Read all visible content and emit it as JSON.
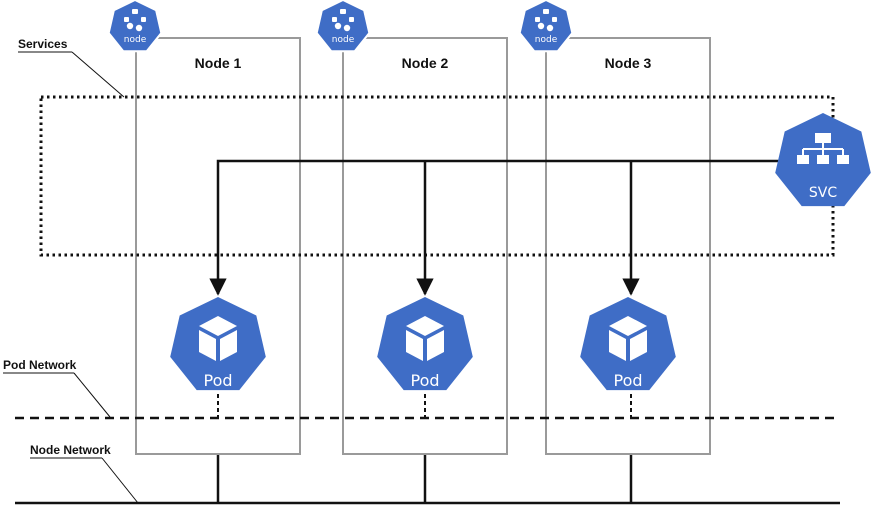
{
  "labels": {
    "services": "Services",
    "pod_network": "Pod Network",
    "node_network": "Node Network"
  },
  "nodes": [
    {
      "title": "Node 1",
      "badge": "node",
      "pod": "Pod"
    },
    {
      "title": "Node 2",
      "badge": "node",
      "pod": "Pod"
    },
    {
      "title": "Node 3",
      "badge": "node",
      "pod": "Pod"
    }
  ],
  "service": {
    "badge": "SVC"
  },
  "colors": {
    "k8s_blue": "#3F6DC6",
    "node_border": "#9A9A9A",
    "line": "#111111",
    "background": "#ffffff"
  },
  "icons": {
    "node_badge": "kubernetes-node-icon",
    "pod_badge": "cube-icon",
    "service_badge": "network-hierarchy-icon"
  }
}
